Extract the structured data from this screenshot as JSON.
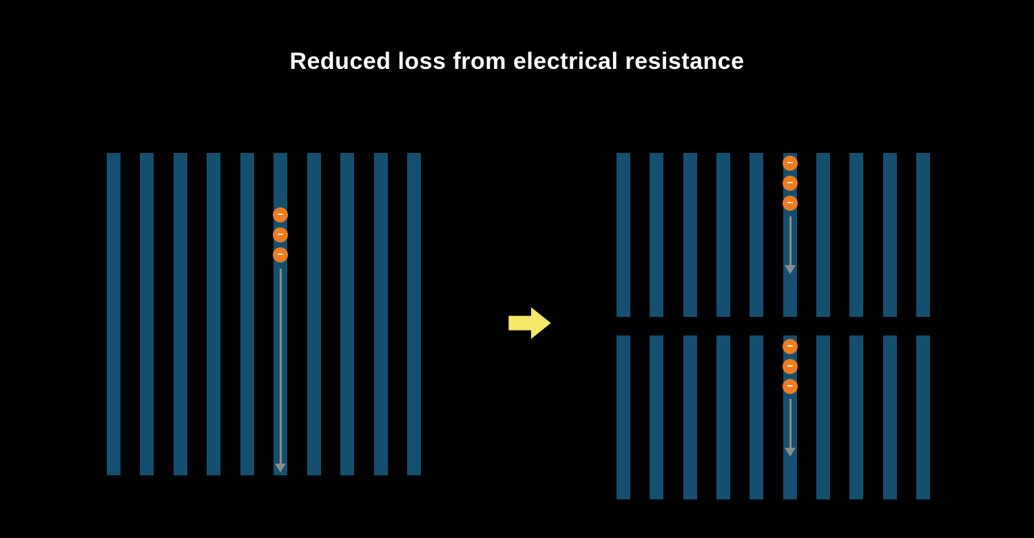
{
  "title": "Reduced loss from electrical resistance",
  "electron_symbol": "−",
  "colors": {
    "background": "#000000",
    "title_text": "#ffffff",
    "bar": "#144f70",
    "electron": "#ee7d1f",
    "electron_symbol_color": "#ffffff",
    "flow_arrow": "#8c8c8c",
    "transition_arrow": "#f5e86a"
  },
  "panels": {
    "full_cell": {
      "bar_count": 10,
      "electron_count": 3
    },
    "half_cell_top": {
      "bar_count": 10,
      "electron_count": 3
    },
    "half_cell_bottom": {
      "bar_count": 10,
      "electron_count": 3
    }
  }
}
